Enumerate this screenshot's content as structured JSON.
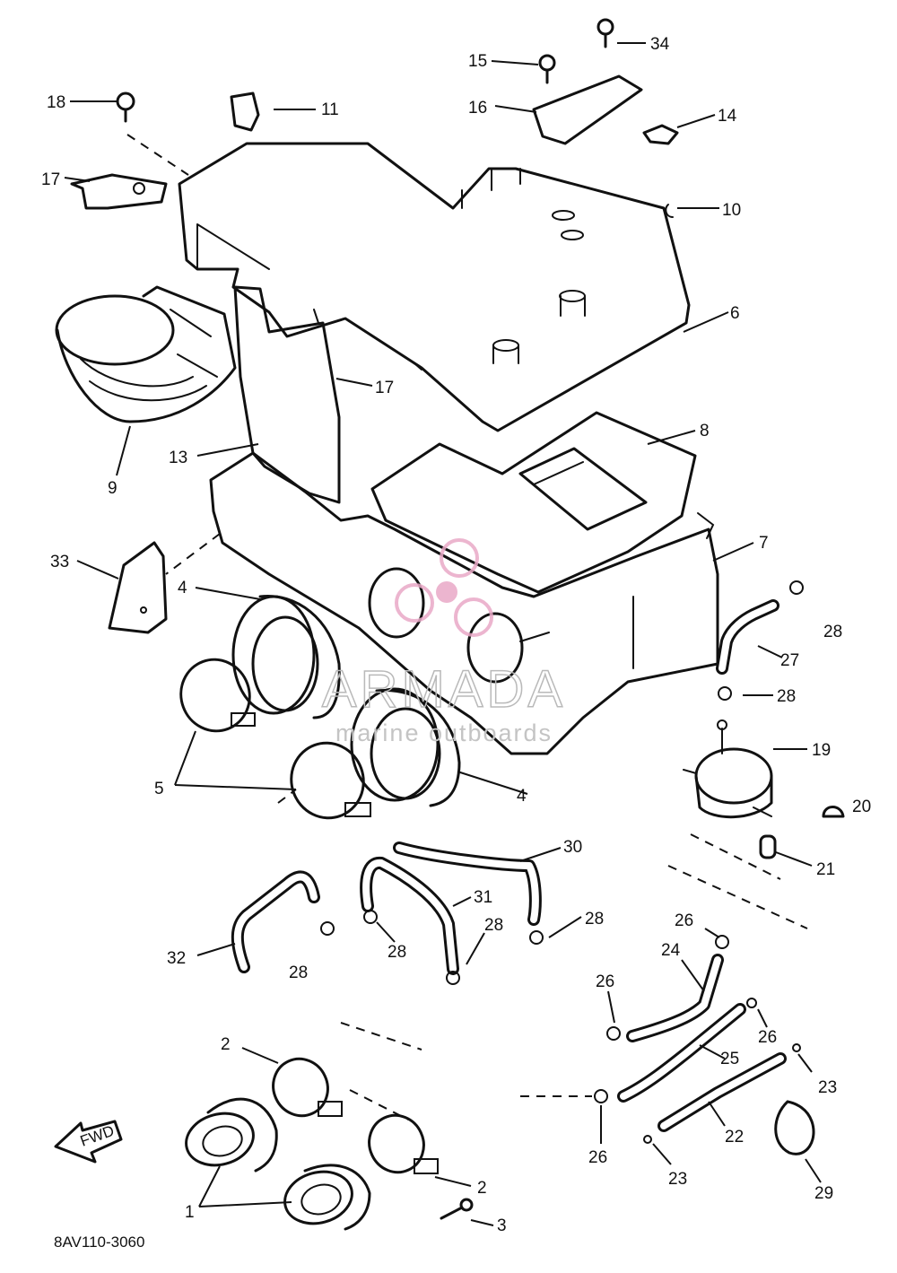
{
  "callouts": [
    {
      "label": "1"
    },
    {
      "label": "2"
    },
    {
      "label": "2"
    },
    {
      "label": "3"
    },
    {
      "label": "4"
    },
    {
      "label": "4"
    },
    {
      "label": "5"
    },
    {
      "label": "6"
    },
    {
      "label": "7"
    },
    {
      "label": "8"
    },
    {
      "label": "9"
    },
    {
      "label": "10"
    },
    {
      "label": "11"
    },
    {
      "label": "13"
    },
    {
      "label": "14"
    },
    {
      "label": "15"
    },
    {
      "label": "16"
    },
    {
      "label": "17"
    },
    {
      "label": "17"
    },
    {
      "label": "18"
    },
    {
      "label": "19"
    },
    {
      "label": "20"
    },
    {
      "label": "21"
    },
    {
      "label": "22"
    },
    {
      "label": "23"
    },
    {
      "label": "23"
    },
    {
      "label": "24"
    },
    {
      "label": "25"
    },
    {
      "label": "26"
    },
    {
      "label": "26"
    },
    {
      "label": "26"
    },
    {
      "label": "26"
    },
    {
      "label": "27"
    },
    {
      "label": "28"
    },
    {
      "label": "28"
    },
    {
      "label": "28"
    },
    {
      "label": "28"
    },
    {
      "label": "28"
    },
    {
      "label": "28"
    },
    {
      "label": "29"
    },
    {
      "label": "30"
    },
    {
      "label": "31"
    },
    {
      "label": "32"
    },
    {
      "label": "33"
    },
    {
      "label": "34"
    }
  ],
  "diagram_code": "8AV110-3060",
  "front_marker": "FWD",
  "watermark": {
    "brand": "ARMADA",
    "tagline": "marine outboards",
    "logo_color": "#e9a9c7"
  }
}
